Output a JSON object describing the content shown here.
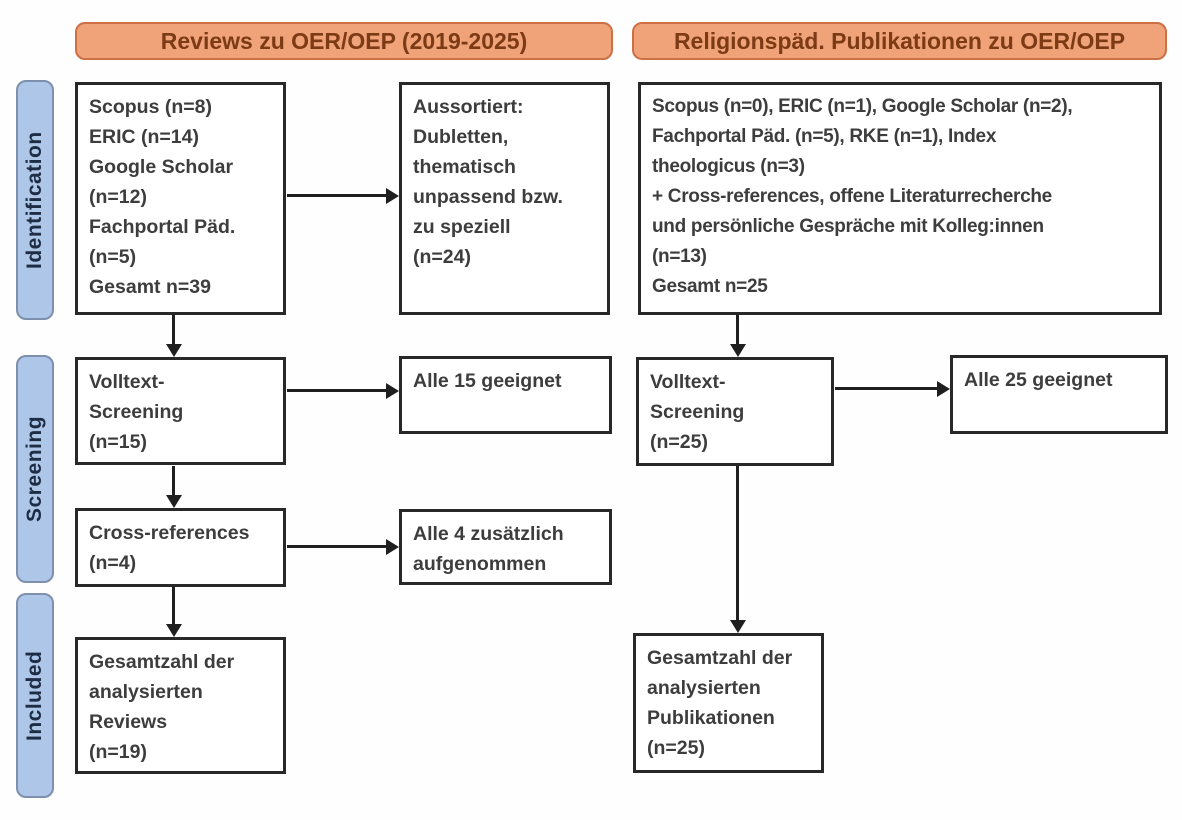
{
  "title": "PRISMA-style literature search flow diagram",
  "stages": [
    "Identification",
    "Screening",
    "Included"
  ],
  "columns": {
    "left": {
      "header": "Reviews zu OER/OEP (2019-2025)",
      "sources": {
        "lines": [
          "Scopus (n=8)",
          "ERIC (n=14)",
          "Google Scholar",
          "(n=12)",
          "Fachportal Päd.",
          "(n=5)",
          "Gesamt n=39"
        ]
      },
      "excluded": {
        "lines": [
          "Aussortiert:",
          "Dubletten,",
          "thematisch",
          "unpassend bzw.",
          "zu speziell",
          "(n=24)"
        ]
      },
      "fulltext": {
        "lines": [
          "Volltext-",
          "Screening",
          "(n=15)"
        ]
      },
      "fulltext_result": {
        "lines": [
          "Alle 15 geeignet"
        ]
      },
      "crossref": {
        "lines": [
          "Cross-references",
          "(n=4)"
        ]
      },
      "crossref_result": {
        "lines": [
          "Alle 4 zusätzlich",
          "aufgenommen"
        ]
      },
      "included": {
        "lines": [
          "Gesamtzahl der",
          "analysierten",
          "Reviews",
          "(n=19)"
        ]
      }
    },
    "right": {
      "header": "Religionspäd. Publikationen zu OER/OEP",
      "sources": {
        "lines": [
          "Scopus (n=0), ERIC (n=1), Google Scholar (n=2),",
          "Fachportal Päd. (n=5), RKE (n=1), Index",
          "theologicus (n=3)",
          "+ Cross-references, offene Literaturrecherche",
          "und persönliche Gespräche mit Kolleg:innen",
          "(n=13)",
          "Gesamt n=25"
        ]
      },
      "fulltext": {
        "lines": [
          "Volltext-",
          "Screening",
          "(n=25)"
        ]
      },
      "fulltext_result": {
        "lines": [
          "Alle 25 geeignet"
        ]
      },
      "included": {
        "lines": [
          "Gesamtzahl der",
          "analysierten",
          "Publikationen",
          "(n=25)"
        ]
      }
    }
  },
  "colors": {
    "accent_orange": "#f0a379",
    "orange_border": "#cd7045",
    "orange_text": "#7c3a15",
    "stage_blue": "#aec6e8",
    "stage_blue_border": "#7d90ad",
    "stage_text": "#1e2c44",
    "box_border": "#282828",
    "text": "#3d3d3d",
    "arrow": "#1f1f1f"
  }
}
